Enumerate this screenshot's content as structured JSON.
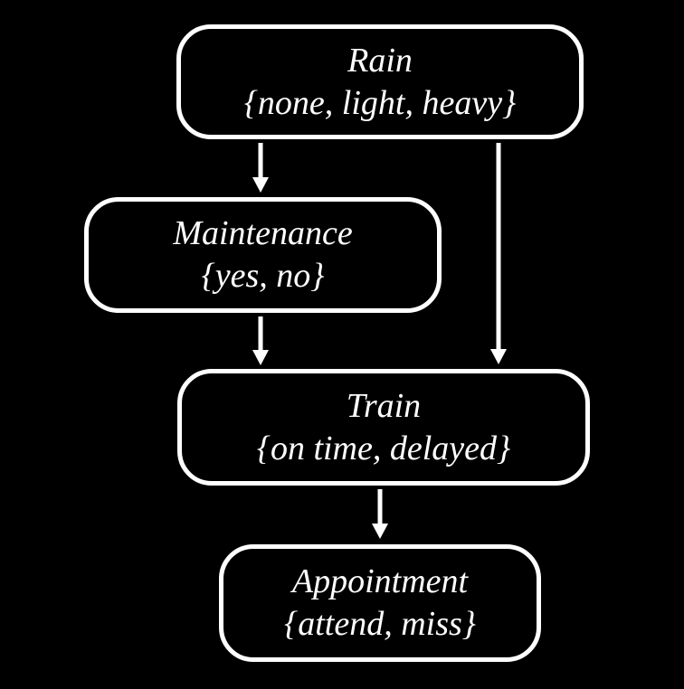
{
  "diagram": {
    "type": "bayesian-network",
    "background_color": "#000000",
    "node_border_color": "#ffffff",
    "text_color": "#ffffff",
    "arrow_color": "#ffffff",
    "nodes": [
      {
        "id": "rain",
        "label": "Rain",
        "values": "{none, light, heavy}"
      },
      {
        "id": "maintenance",
        "label": "Maintenance",
        "values": "{yes, no}"
      },
      {
        "id": "train",
        "label": "Train",
        "values": "{on time, delayed}"
      },
      {
        "id": "appointment",
        "label": "Appointment",
        "values": "{attend, miss}"
      }
    ],
    "edges": [
      {
        "from": "Rain",
        "to": "Maintenance"
      },
      {
        "from": "Rain",
        "to": "Train"
      },
      {
        "from": "Maintenance",
        "to": "Train"
      },
      {
        "from": "Train",
        "to": "Appointment"
      }
    ]
  }
}
